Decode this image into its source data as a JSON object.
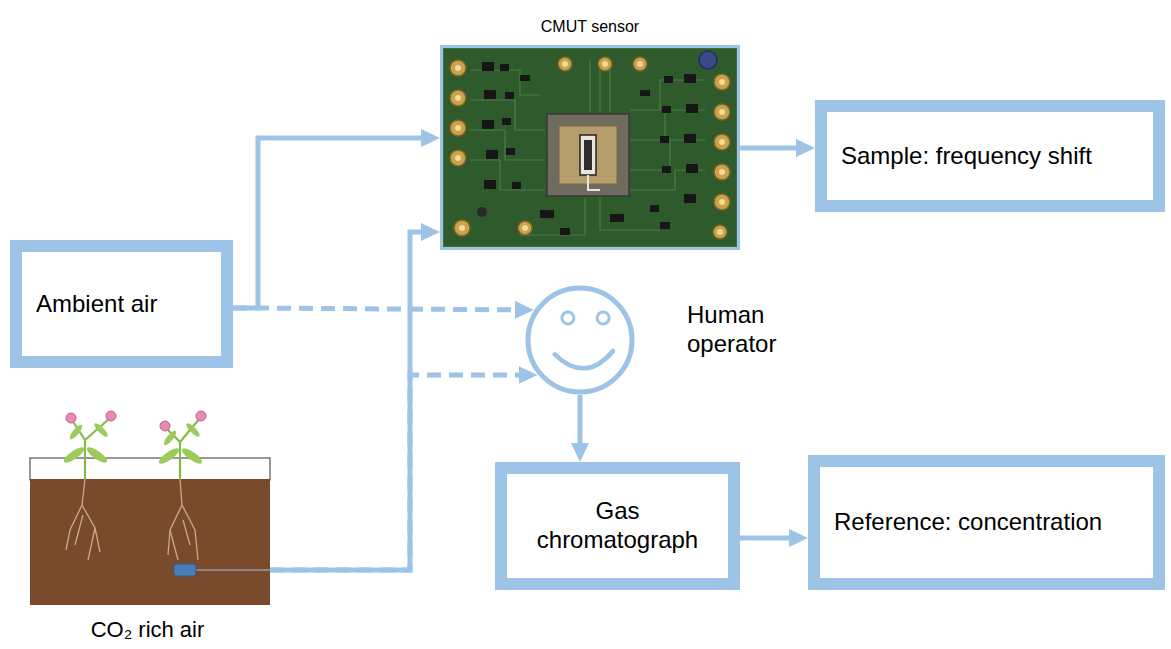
{
  "diagram": {
    "nodes": [
      {
        "text": [
          "CMUT sensor"
        ]
      },
      {
        "text": [
          "Sample: frequency shift"
        ]
      },
      {
        "text": [
          "Ambient air"
        ]
      },
      {
        "text": [
          "Human operator"
        ]
      },
      {
        "text": [
          "Gas chromatograph"
        ]
      },
      {
        "text": [
          "Reference: concentration"
        ]
      },
      {
        "text": [
          "CO₂ rich air"
        ]
      }
    ],
    "edges": [
      {
        "from": 2,
        "to": 0,
        "arrow": "to"
      },
      {
        "from": 2,
        "to": 3,
        "arrow": "to"
      },
      {
        "from": 6,
        "to": 0,
        "arrow": "to"
      },
      {
        "from": 6,
        "to": 3,
        "arrow": "to"
      },
      {
        "from": 0,
        "to": 1,
        "arrow": "to"
      },
      {
        "from": 3,
        "to": 4,
        "arrow": "to"
      },
      {
        "from": 4,
        "to": 5,
        "arrow": "to"
      }
    ]
  }
}
